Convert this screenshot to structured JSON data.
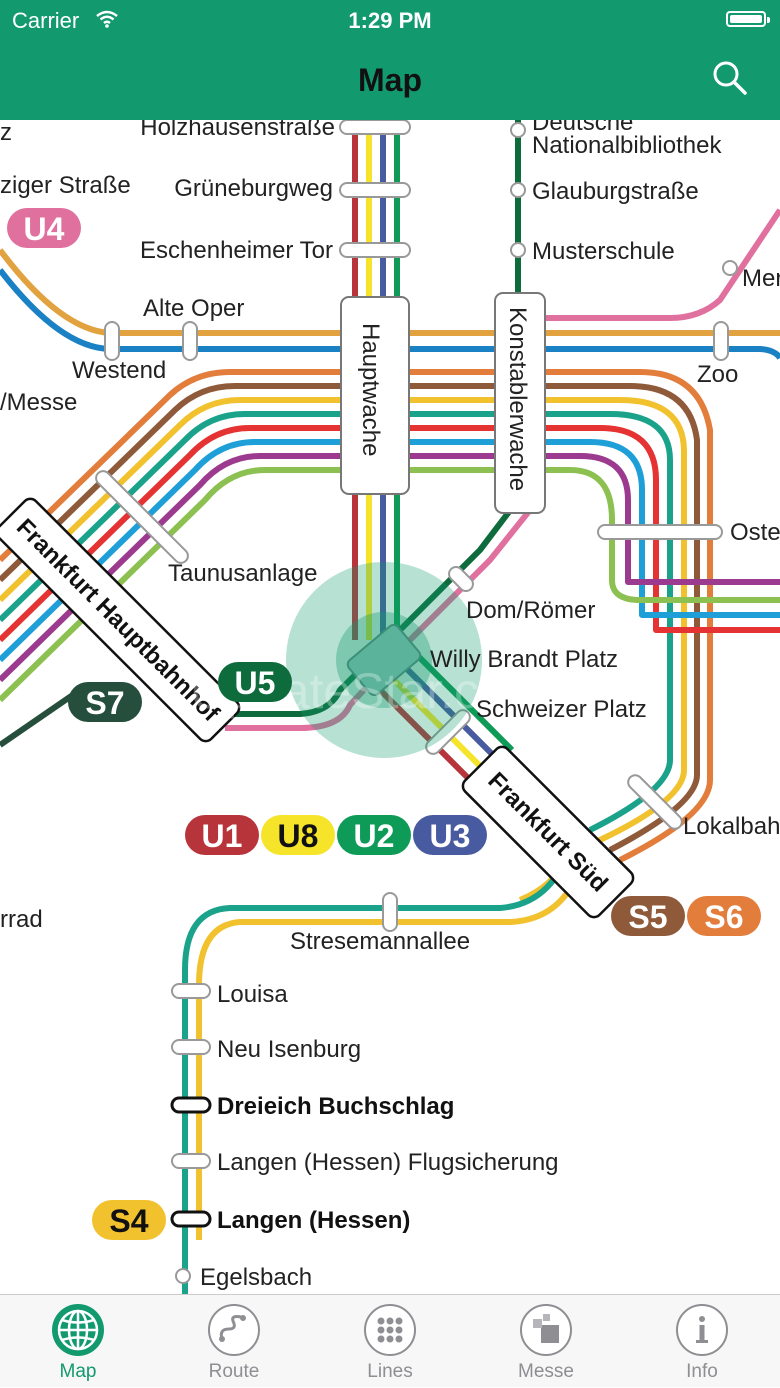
{
  "status": {
    "carrier": "Carrier",
    "time": "1:29 PM"
  },
  "header": {
    "title": "Map"
  },
  "watermark": "UpdateStar.com",
  "stations": {
    "holzhausenstrasse": "Holzhausenstraße",
    "grueneburgweg": "Grüneburgweg",
    "eschenheimer_tor": "Eschenheimer Tor",
    "alte_oper": "Alte Oper",
    "westend": "Westend",
    "messe": "/Messe",
    "leipziger": "ziger Straße",
    "z_edge": "z",
    "deutsche_nb_1": "Deutsche",
    "deutsche_nb_2": "Nationalbibliothek",
    "glauburgstrasse": "Glauburgstraße",
    "musterschule": "Musterschule",
    "mer": "Mer",
    "zoo": "Zoo",
    "hauptwache": "Hauptwache",
    "konstablerwache": "Konstablerwache",
    "ostendstrasse": "Oste",
    "taunusanlage": "Taunusanlage",
    "hauptbahnhof": "Frankfurt Hauptbahnhof",
    "dom_roemer": "Dom/Römer",
    "willy_brandt": "Willy Brandt Platz",
    "schweizer_platz": "Schweizer Platz",
    "frankfurt_sued": "Frankfurt Süd",
    "lokalbahnhof": "Lokalbah",
    "rrad": "rrad",
    "stresemannallee": "Stresemannallee",
    "louisa": "Louisa",
    "neu_isenburg": "Neu Isenburg",
    "dreieich": "Dreieich Buchschlag",
    "langen_flug": "Langen (Hessen) Flugsicherung",
    "langen": "Langen (Hessen)",
    "egelsbach": "Egelsbach"
  },
  "badges": {
    "u4": "U4",
    "u5": "U5",
    "s7": "S7",
    "u1": "U1",
    "u8": "U8",
    "u2": "U2",
    "u3": "U3",
    "s5": "S5",
    "s6": "S6",
    "s4": "S4"
  },
  "colors": {
    "brand": "#129a6e",
    "u1": "#b8343b",
    "u8": "#f5e42a",
    "u2": "#0e9a57",
    "u3": "#485aa0",
    "u4": "#e0719f",
    "u5": "#0d6b3c",
    "u6": "#1a82c4",
    "u7": "#e2a23f",
    "s1": "#1e9fd8",
    "s2": "#e53232",
    "s3": "#1aa38a",
    "s4": "#f2c12e",
    "s5": "#8e5a3a",
    "s6": "#e27d3c",
    "s7": "#264e3d",
    "s8": "#8cc152",
    "s9": "#9b3a8e"
  },
  "tabs": [
    {
      "label": "Map",
      "icon": "globe-icon",
      "active": true
    },
    {
      "label": "Route",
      "icon": "route-icon",
      "active": false
    },
    {
      "label": "Lines",
      "icon": "lines-grid-icon",
      "active": false
    },
    {
      "label": "Messe",
      "icon": "messe-icon",
      "active": false
    },
    {
      "label": "Info",
      "icon": "info-icon",
      "active": false
    }
  ]
}
